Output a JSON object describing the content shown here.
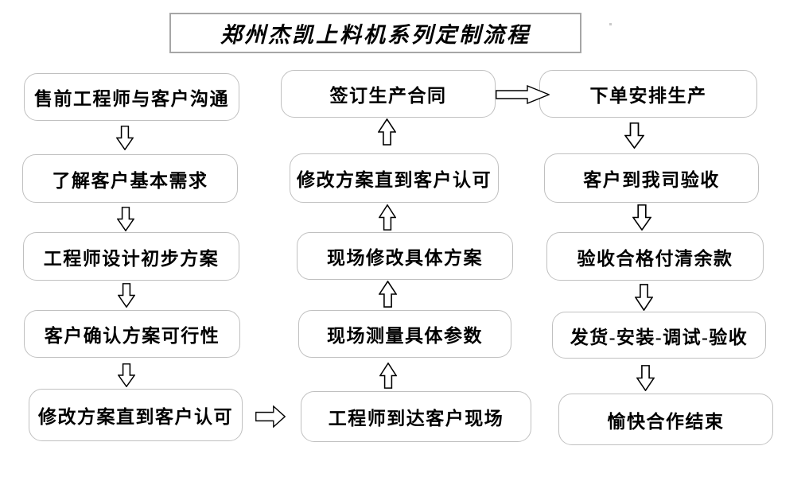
{
  "flowchart": {
    "title": "郑州杰凯上料机系列定制流程",
    "left_column": {
      "steps": [
        "售前工程师与客户沟通",
        "了解客户基本需求",
        "工程师设计初步方案",
        "客户确认方案可行性",
        "修改方案直到客户认可"
      ]
    },
    "middle_column": {
      "steps": [
        "签订生产合同",
        "修改方案直到客户认可",
        "现场修改具体方案",
        "现场测量具体参数",
        "工程师到达客户现场"
      ]
    },
    "right_column": {
      "steps": [
        "下单安排生产",
        "客户到我司验收",
        "验收合格付清余款",
        "发货-安装-调试-验收",
        "愉快合作结束"
      ]
    },
    "connections": [
      {
        "from": "left.0",
        "to": "left.1",
        "direction": "down"
      },
      {
        "from": "left.1",
        "to": "left.2",
        "direction": "down"
      },
      {
        "from": "left.2",
        "to": "left.3",
        "direction": "down"
      },
      {
        "from": "left.3",
        "to": "left.4",
        "direction": "down"
      },
      {
        "from": "left.4",
        "to": "middle.4",
        "direction": "right"
      },
      {
        "from": "middle.4",
        "to": "middle.3",
        "direction": "up"
      },
      {
        "from": "middle.3",
        "to": "middle.2",
        "direction": "up"
      },
      {
        "from": "middle.2",
        "to": "middle.1",
        "direction": "up"
      },
      {
        "from": "middle.1",
        "to": "middle.0",
        "direction": "up"
      },
      {
        "from": "middle.0",
        "to": "right.0",
        "direction": "right"
      },
      {
        "from": "right.0",
        "to": "right.1",
        "direction": "down"
      },
      {
        "from": "right.1",
        "to": "right.2",
        "direction": "down"
      },
      {
        "from": "right.2",
        "to": "right.3",
        "direction": "down"
      },
      {
        "from": "right.3",
        "to": "right.4",
        "direction": "down"
      }
    ],
    "icons": {
      "down_arrow": "down-arrow-icon",
      "up_arrow": "up-arrow-icon",
      "right_arrow": "right-arrow-icon"
    },
    "colors": {
      "background": "#ffffff",
      "box_border": "#c0c0c0",
      "title_border": "#a6a6a6",
      "arrow_outline": "#000000",
      "arrow_fill": "#ffffff",
      "text": "#000000"
    }
  }
}
